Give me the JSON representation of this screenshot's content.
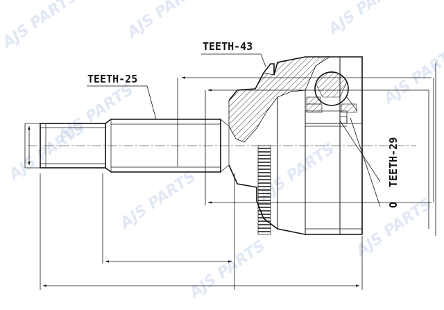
{
  "labels": {
    "teeth_outer": "TEETH-43",
    "teeth_shaft": "TEETH-25",
    "teeth_inner": "TEETH-29",
    "ring": "O"
  },
  "watermark": "AJS PARTS",
  "colors": {
    "line": "#111111",
    "watermark": "#c9d7ee"
  }
}
